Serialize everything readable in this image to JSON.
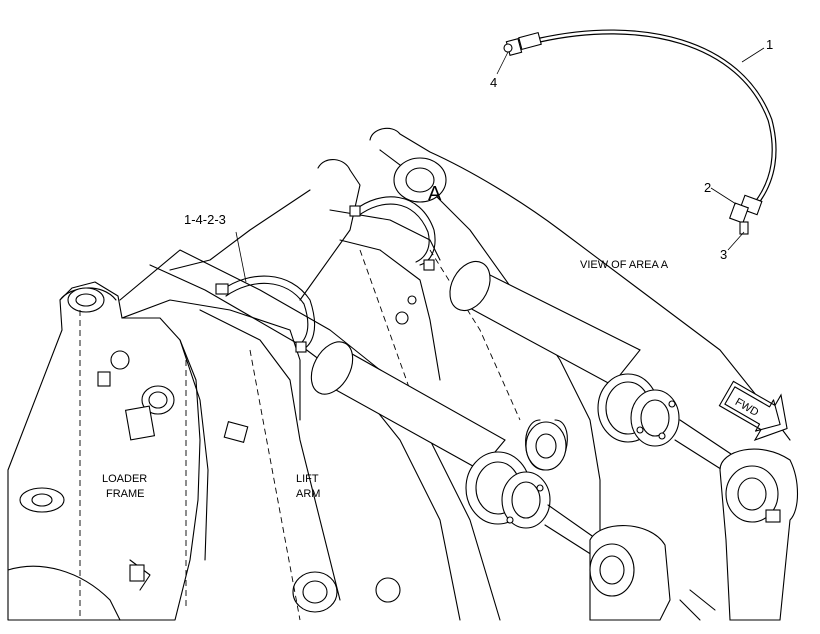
{
  "callouts": {
    "item_1": "1",
    "item_2": "2",
    "item_3": "3",
    "item_4": "4",
    "sequence": "1-4-2-3",
    "area": "A"
  },
  "captions": {
    "view": "VIEW OF AREA A",
    "loader_frame_line1": "LOADER",
    "loader_frame_line2": "FRAME",
    "lift_arm_line1": "LIFT",
    "lift_arm_line2": "ARM",
    "direction": "FWD"
  },
  "icons": {
    "direction_arrow": "fwd-arrow-icon"
  }
}
